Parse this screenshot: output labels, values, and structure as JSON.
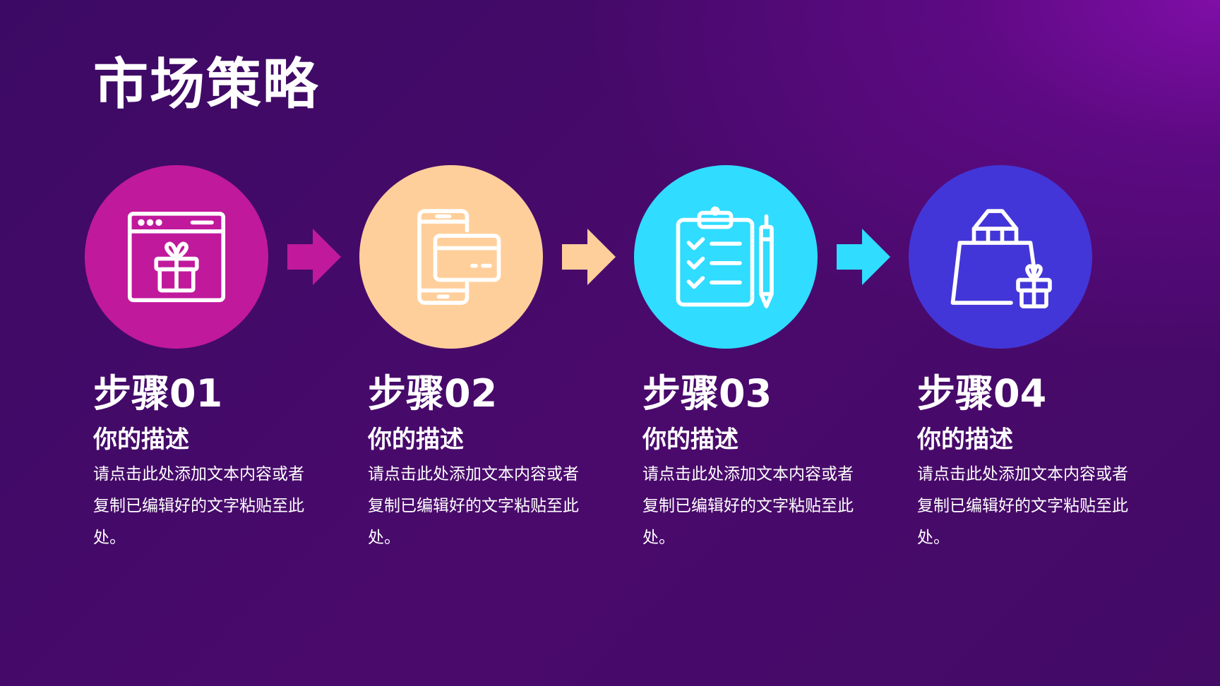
{
  "slide": {
    "title": "市场策略"
  },
  "steps": [
    {
      "title": "步骤01",
      "subtitle": "你的描述",
      "body": "请点击此处添加文本内容或者复制已编辑好的文字粘贴至此处。",
      "color": "#c0199c",
      "icon": "browser-gift-icon"
    },
    {
      "title": "步骤02",
      "subtitle": "你的描述",
      "body": "请点击此处添加文本内容或者复制已编辑好的文字粘贴至此处。",
      "color": "#ffcf9b",
      "icon": "phone-card-icon"
    },
    {
      "title": "步骤03",
      "subtitle": "你的描述",
      "body": "请点击此处添加文本内容或者复制已编辑好的文字粘贴至此处。",
      "color": "#30dcff",
      "icon": "clipboard-checklist-icon"
    },
    {
      "title": "步骤04",
      "subtitle": "你的描述",
      "body": "请点击此处添加文本内容或者复制已编辑好的文字粘贴至此处。",
      "color": "#4336d8",
      "icon": "shopping-bag-gift-icon"
    }
  ],
  "arrows": [
    {
      "color": "#c0199c",
      "icon": "arrow-right-icon"
    },
    {
      "color": "#ffcf9b",
      "icon": "arrow-right-icon"
    },
    {
      "color": "#30dcff",
      "icon": "arrow-right-icon"
    }
  ]
}
